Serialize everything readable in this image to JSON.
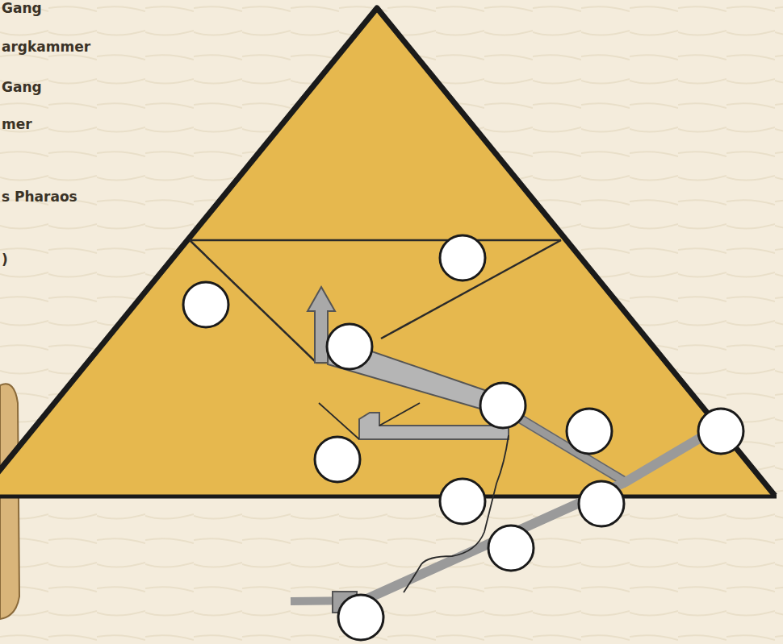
{
  "diagram": {
    "labels": [
      "Gang",
      "argkammer",
      "Gang",
      "mer",
      "s Pharaos",
      ")"
    ]
  }
}
